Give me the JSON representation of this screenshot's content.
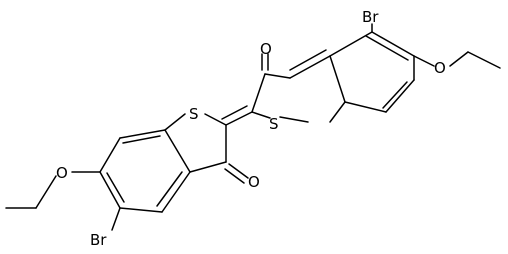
{
  "structure": {
    "atom_labels": {
      "br_top": "Br",
      "o_carbonyl_top": "O",
      "o_ether_top": "O",
      "s_top": "S",
      "s_bottom": "S",
      "o_carbonyl_bottom": "O",
      "o_ether_bottom": "O",
      "br_bottom": "Br"
    }
  },
  "colors": {
    "bond": "#000000",
    "label": "#000000",
    "background": "#ffffff"
  }
}
